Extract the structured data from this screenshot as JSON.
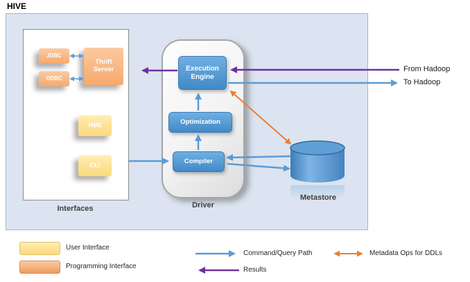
{
  "title": "HIVE",
  "colors": {
    "panel_bg": "#dbe4f0",
    "command_box_blue": "#4f9cd9",
    "programming_interface_orange": "#f6a96c",
    "user_interface_yellow": "#fbd97c",
    "arrow_blue": "#5b9bd5",
    "arrow_purple": "#7030a0",
    "arrow_orange": "#ed7d31",
    "metastore_blue": "#5b9bd5"
  },
  "interfaces": {
    "label": "Interfaces",
    "jdbc": "JDBC",
    "odbc": "ODBC",
    "thrift": "Thrift Server",
    "hwi": "HWI",
    "cli": "CLI"
  },
  "driver": {
    "label": "Driver",
    "execution_engine": "Execution Engine",
    "optimization": "Optimization",
    "compiler": "Compiler"
  },
  "metastore": {
    "label": "Metastore"
  },
  "external": {
    "from_hadoop": "From Hadoop",
    "to_hadoop": "To Hadoop"
  },
  "legend": {
    "user_interface": "User Interface",
    "programming_interface": "Programming Interface",
    "command_query_path": "Command/Query Path",
    "results": "Results",
    "metadata_ops": "Metadata Ops for DDLs"
  }
}
